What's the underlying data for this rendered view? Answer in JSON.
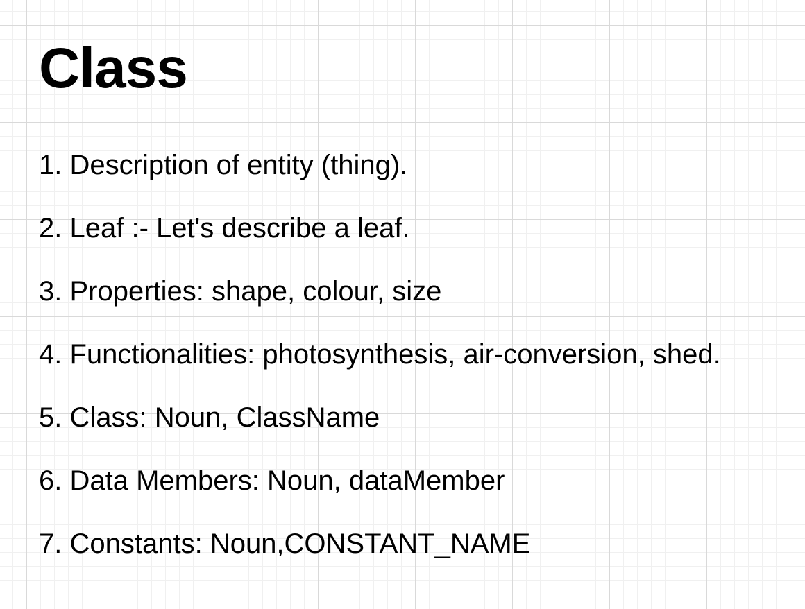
{
  "page": {
    "title": "Class",
    "items": [
      {
        "number": "1.",
        "text": "Description of entity (thing)."
      },
      {
        "number": "2.",
        "text": "Leaf :- Let's describe a leaf."
      },
      {
        "number": "3.",
        "text": "Properties: shape, colour, size"
      },
      {
        "number": "4.",
        "text": "Functionalities: photosynthesis, air-conversion, shed."
      },
      {
        "number": "5.",
        "text": "Class: Noun, ClassName"
      },
      {
        "number": "6.",
        "text": "Data Members: Noun, dataMember"
      },
      {
        "number": "7.",
        "text": "Constants: Noun,CONSTANT_NAME"
      }
    ]
  },
  "colors": {
    "background": "#ffffff",
    "grid_major": "#d9d9d9",
    "grid_minor": "#f0f0f0",
    "text": "#000000"
  }
}
